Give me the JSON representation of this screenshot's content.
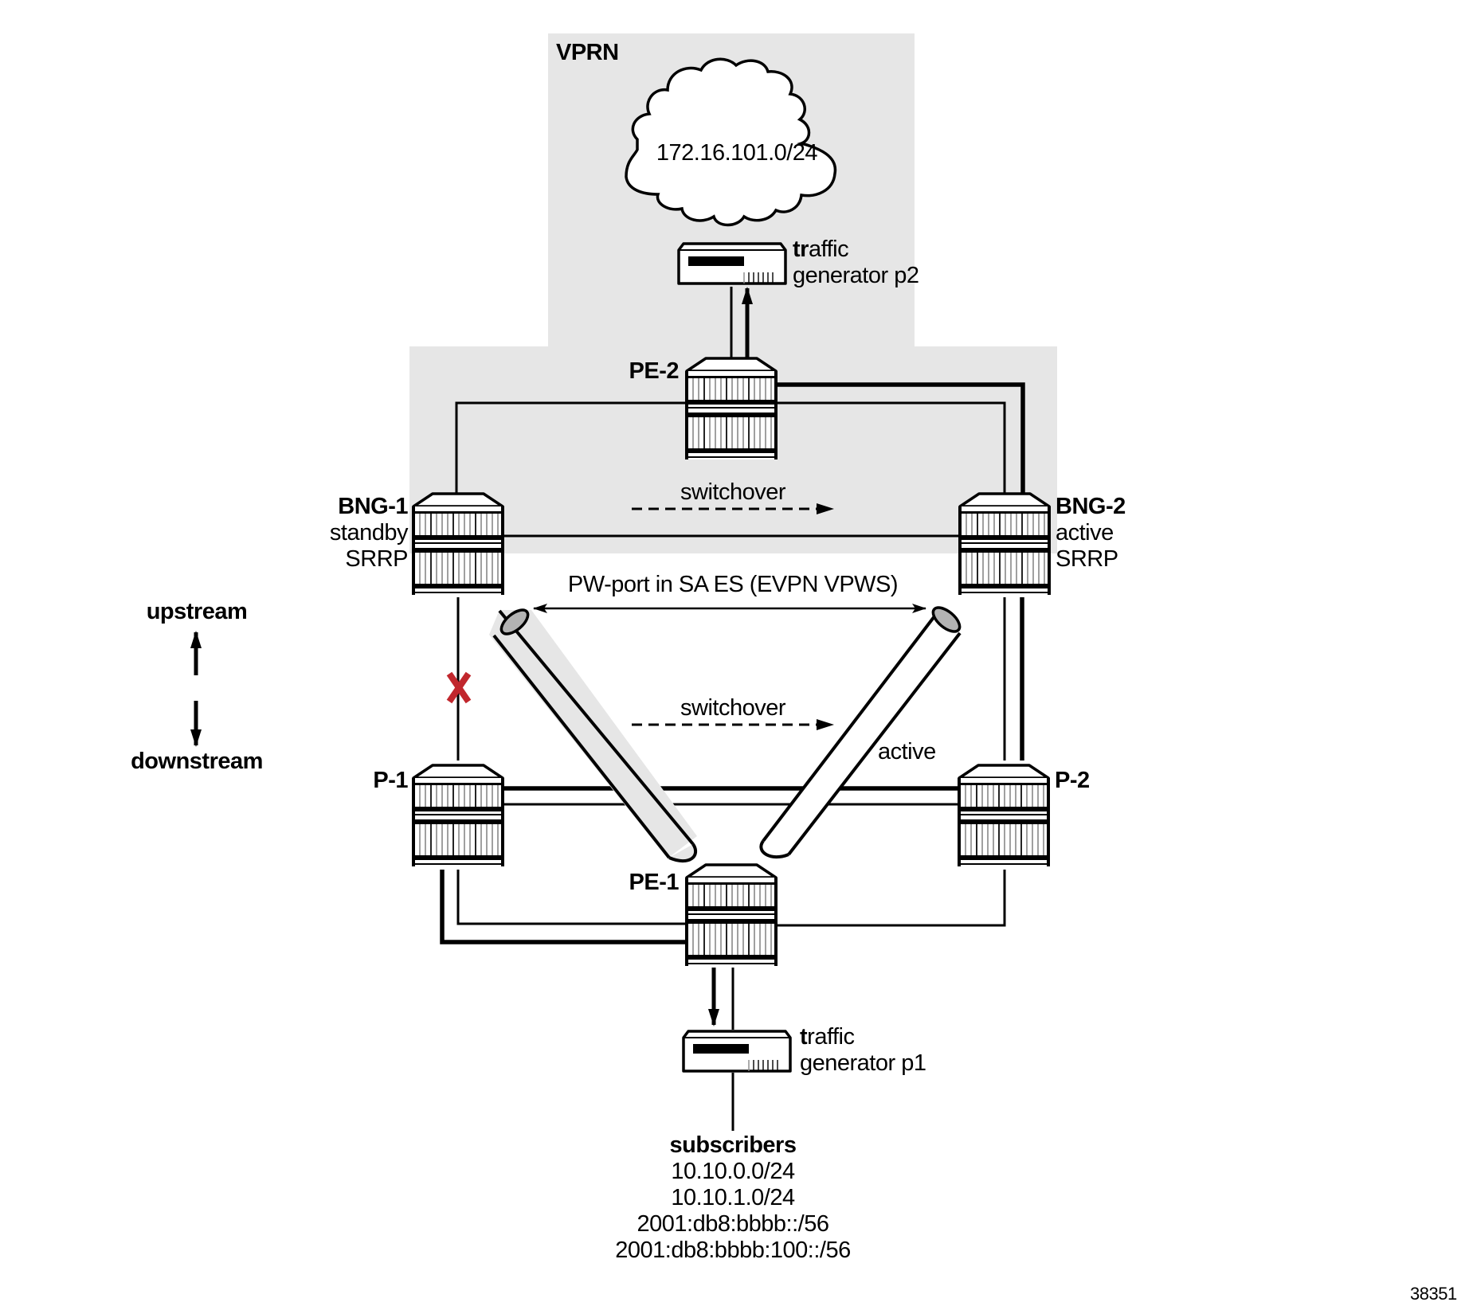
{
  "diagram": {
    "figure_id": "38351",
    "colors": {
      "vprn_region": "#e6e6e6",
      "line": "#000000",
      "failure_mark": "#c1272d",
      "standby_tunnel": "#e6e6e6",
      "active_tunnel": "#ffffff",
      "tunnel_end": "#b3b3b3"
    },
    "regions": [
      {
        "id": "vprn",
        "label": "VPRN"
      }
    ],
    "cloud": {
      "label": "172.16.101.0/24"
    },
    "nodes": {
      "pe2": {
        "label": "PE-2",
        "type": "router"
      },
      "pe1": {
        "label": "PE-1",
        "type": "router"
      },
      "bng1": {
        "label": "BNG-1",
        "state": "standby",
        "protocol": "SRRP",
        "type": "router"
      },
      "bng2": {
        "label": "BNG-2",
        "state": "active",
        "protocol": "SRRP",
        "type": "router"
      },
      "p1": {
        "label": "P-1",
        "type": "router"
      },
      "p2": {
        "label": "P-2",
        "type": "router"
      },
      "tg2": {
        "label_bold": "tr",
        "label_rest": "affic",
        "label_line2": "generator p2",
        "type": "traffic-generator"
      },
      "tg1": {
        "label_bold": "t",
        "label_rest": "raffic",
        "label_line2": "generator p1",
        "type": "traffic-generator"
      }
    },
    "annotations": {
      "switchover_top": "switchover",
      "switchover_mid": "switchover",
      "pw_port": "PW-port in SA ES (EVPN VPWS)",
      "active_tunnel": "active",
      "failure_mark": "X"
    },
    "legend": {
      "upstream": "upstream",
      "downstream": "downstream"
    },
    "subscribers": {
      "title": "subscribers",
      "prefixes": [
        "10.10.0.0/24",
        "10.10.1.0/24",
        "2001:db8:bbbb::/56",
        "2001:db8:bbbb:100::/56"
      ]
    },
    "links": [
      {
        "from": "PE-2",
        "to": "BNG-1",
        "style": "thin"
      },
      {
        "from": "PE-2",
        "to": "BNG-2",
        "style": "thin"
      },
      {
        "from": "PE-2",
        "to": "BNG-2",
        "style": "thick"
      },
      {
        "from": "BNG-1",
        "to": "BNG-2",
        "style": "thin"
      },
      {
        "from": "BNG-1",
        "to": "P-1",
        "style": "thin",
        "failed": true
      },
      {
        "from": "BNG-2",
        "to": "P-2",
        "style": "thin"
      },
      {
        "from": "BNG-2",
        "to": "P-2",
        "style": "thick"
      },
      {
        "from": "P-1",
        "to": "P-2",
        "style": "thick"
      },
      {
        "from": "P-1",
        "to": "P-2",
        "style": "thin"
      },
      {
        "from": "P-1",
        "to": "PE-1",
        "style": "thick"
      },
      {
        "from": "P-1",
        "to": "PE-1",
        "style": "thin"
      },
      {
        "from": "P-2",
        "to": "PE-1",
        "style": "thin"
      },
      {
        "from": "PE-2",
        "to": "traffic generator p2",
        "style": "thin"
      },
      {
        "from": "PE-1",
        "to": "traffic generator p1",
        "style": "thin"
      },
      {
        "from": "traffic generator p1",
        "to": "subscribers",
        "style": "thin"
      }
    ],
    "tunnels": [
      {
        "from": "BNG-1",
        "to": "PE-1",
        "state": "standby"
      },
      {
        "from": "BNG-2",
        "to": "PE-1",
        "state": "active"
      }
    ]
  }
}
